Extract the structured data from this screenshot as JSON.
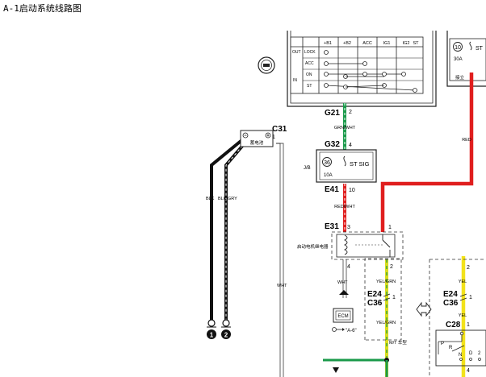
{
  "title": "A-1启动系统线路图",
  "ignition_switch": {
    "columns": [
      "+B1",
      "+B2",
      "ACC",
      "IG1",
      "IG2",
      "ST"
    ],
    "out_label": "OUT",
    "in_label": "IN",
    "rows": [
      "LOCK",
      "ACC",
      "ON",
      "ST"
    ]
  },
  "fuse_right": {
    "number": "10",
    "label": "ST",
    "amps": "30A",
    "note": "接立"
  },
  "connectors": {
    "g21": "G21",
    "g21_pin": "2",
    "g32": "G32",
    "g32_pin": "4",
    "e41": "E41",
    "e41_pin": "10",
    "e31": "E31",
    "e31_pin3": "3",
    "e31_pin1": "1",
    "e31_pin4": "4",
    "e31_pin2": "2",
    "e24_left": "E24",
    "c36_left": "C36",
    "e24c36_left_pin": "1",
    "e24_right": "E24",
    "c36_right": "C36",
    "e24c36_right_pin": "1",
    "c28": "C28",
    "c28_pin1": "1",
    "c28_pin2": "2",
    "c28_pin4": "4",
    "c31": "C31",
    "c31_pin": "1"
  },
  "wire_colors": {
    "g21_g32": "GRN/WHT",
    "e41_e31": "RED/WHT",
    "right_red": "RED",
    "blk": "BLK",
    "blk_gry": "BLK/GRY",
    "wht_c31": "WHT",
    "wht_e31": "WHT",
    "yel_grn_top": "YEL/GRN",
    "yel_grn_bottom": "YEL/GRN",
    "yel_top": "YEL",
    "yel_mid": "YEL"
  },
  "jb_fuse": {
    "jb_label": "J/B",
    "number": "36",
    "name": "ST SIG",
    "amps": "10A"
  },
  "relay": {
    "label": "启动电机继电器"
  },
  "battery": {
    "label": "蓄电池"
  },
  "ecm": {
    "label": "ECM",
    "ref": "\"A-6\""
  },
  "mt_note": "M/T 车型",
  "grounds": [
    "1",
    "2"
  ],
  "selector": {
    "labels": [
      "P",
      "R",
      "N",
      "D",
      "2"
    ]
  },
  "colors": {
    "green": "#1a9a4a",
    "red": "#e01e1e",
    "yellow": "#f2e21a",
    "black": "#111111"
  }
}
